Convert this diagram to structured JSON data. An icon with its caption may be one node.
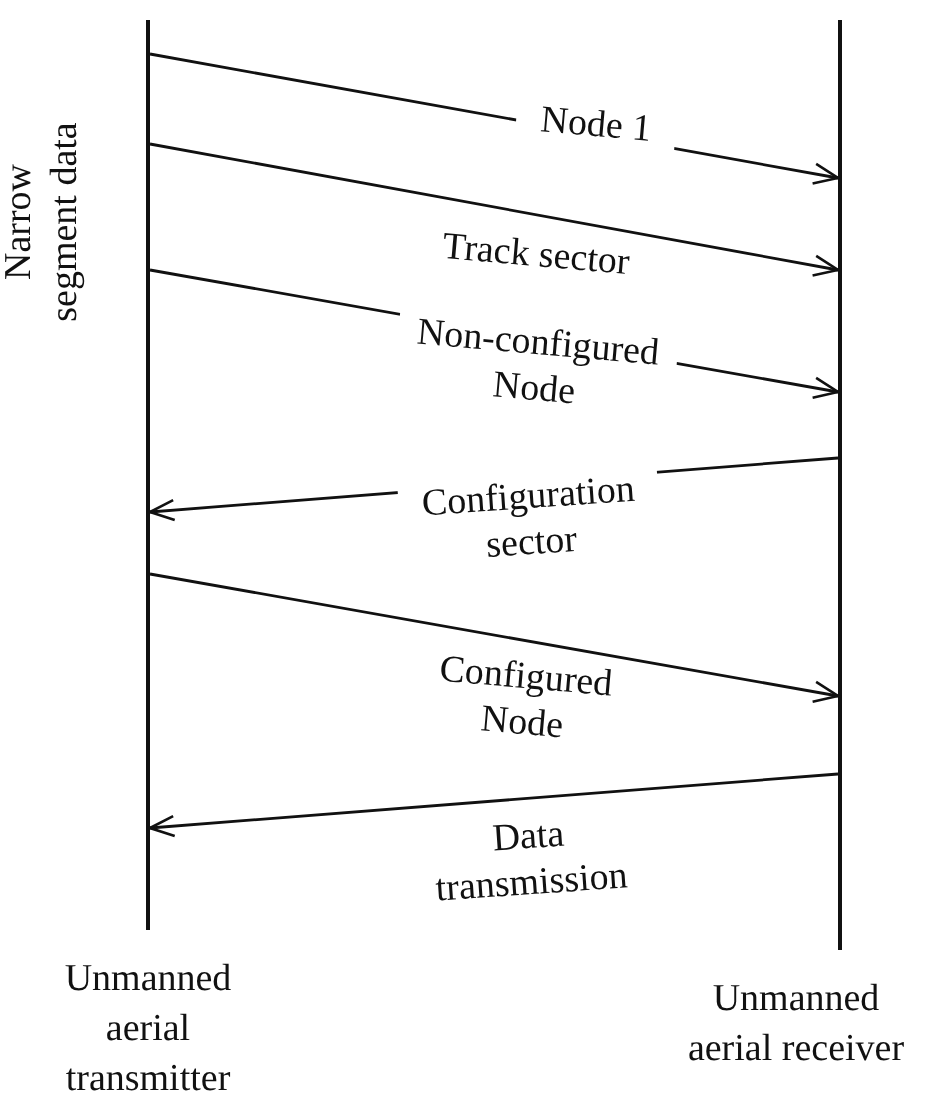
{
  "diagram": {
    "nodes": [
      {
        "text": [
          "Unmanned aerial transmitter"
        ]
      },
      {
        "text": [
          "Unmanned aerial receiver"
        ]
      }
    ],
    "edges": [
      {
        "from": 0,
        "to": 1,
        "arrow": "to",
        "label": "Node 1"
      },
      {
        "from": 0,
        "to": 1,
        "arrow": "to",
        "label": "Track sector"
      },
      {
        "from": 0,
        "to": 1,
        "arrow": "to",
        "label": "Non-configured Node"
      },
      {
        "from": 1,
        "to": 0,
        "arrow": "to",
        "label": "Configuration sector"
      },
      {
        "from": 0,
        "to": 1,
        "arrow": "to",
        "label": "Configured Node"
      },
      {
        "from": 1,
        "to": 0,
        "arrow": "to",
        "label": "Data transmission"
      }
    ],
    "labels": [
      "Narrow segment data"
    ]
  }
}
